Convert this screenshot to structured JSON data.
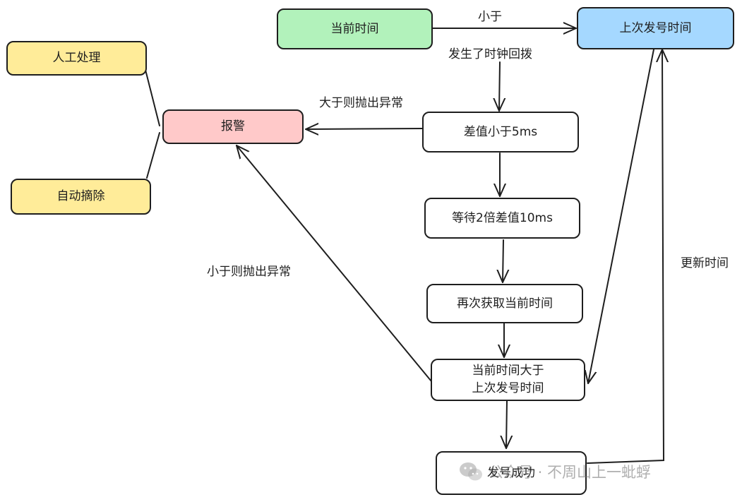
{
  "colors": {
    "green": "#b2f2bb",
    "blue": "#a5d8ff",
    "yellow": "#ffec99",
    "red": "#ffc9c9",
    "stroke": "#1e1e1e"
  },
  "nodes": {
    "current_time": "当前时间",
    "last_issue_time": "上次发号时间",
    "manual": "人工处理",
    "auto_remove": "自动摘除",
    "alarm": "报警",
    "diff_check": "差值小于5ms",
    "wait": "等待2倍差值10ms",
    "refetch": "再次获取当前时间",
    "compare_line1": "当前时间大于",
    "compare_line2": "上次发号时间",
    "success": "发号成功"
  },
  "edges": {
    "less_than": "小于",
    "clock_rollback": "发生了时钟回拨",
    "greater_throw": "大于则抛出异常",
    "less_throw": "小于则抛出异常",
    "update_time": "更新时间"
  },
  "watermark": "公众号 · 不周山上一蚍蜉"
}
